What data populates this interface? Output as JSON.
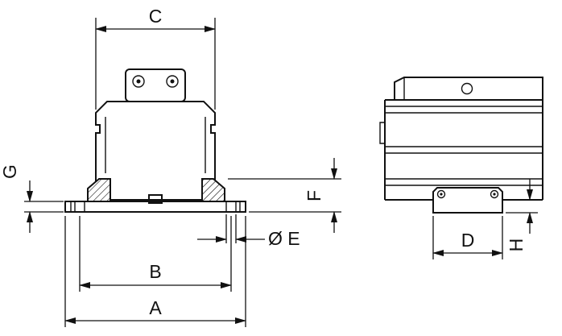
{
  "drawing": {
    "type": "technical dimension drawing, foot mounting bracket for linear actuator",
    "colors": {
      "background": "#ffffff",
      "line": "#111111"
    },
    "front_view": {
      "labels": {
        "c": "C",
        "g": "G",
        "f": "F",
        "e": "Ø E",
        "b": "B",
        "a": "A"
      }
    },
    "side_view": {
      "labels": {
        "d": "D",
        "h": "H"
      }
    }
  }
}
